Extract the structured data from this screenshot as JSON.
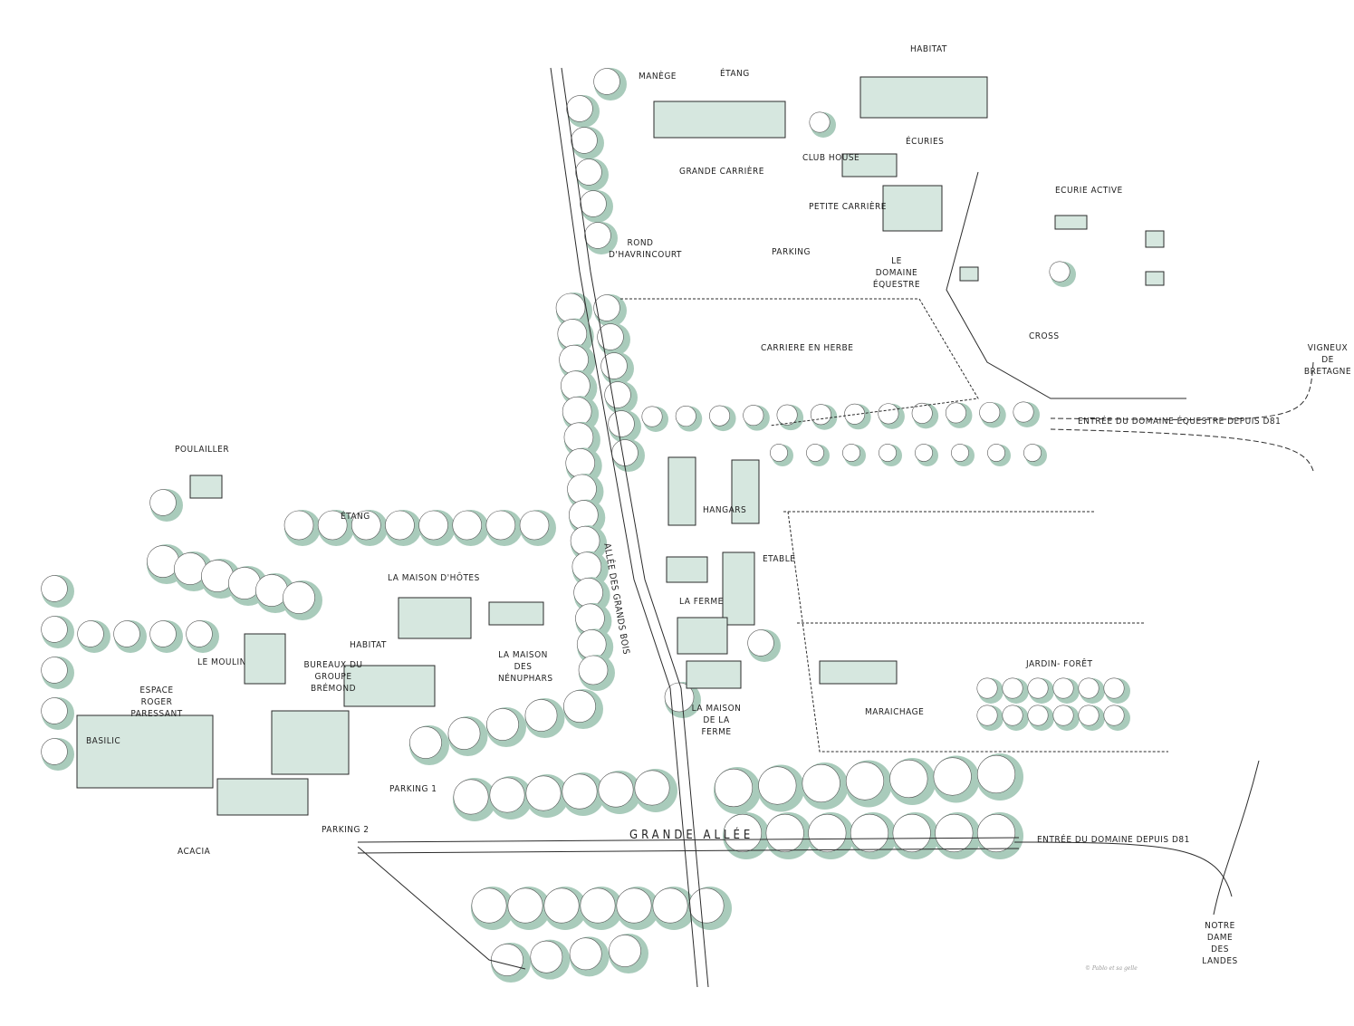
{
  "title": "Plan du domaine",
  "colors": {
    "tree": "#a9cbbb",
    "ink": "#2b2b2b",
    "shade": "#bcd8cb"
  },
  "labels": {
    "habitat_north": "Habitat",
    "manege": "Manège",
    "etang_north": "Étang",
    "ecuries": "Écuries",
    "club_house": "Club House",
    "grande_carriere": "Grande carrière",
    "petite_carriere": "Petite carrière",
    "ecurie_active": "Ecurie Active",
    "rond": "Rond d'Havrincourt",
    "parking_north": "Parking",
    "domaine_equestre": "Le Domaine Équestre",
    "carriere_herbe": "Carriere en herbe",
    "cross": "Cross",
    "vigneux": "Vigneux de Bretagne",
    "entree_equestre": "Entrée du domaine équestre depuis D81",
    "poulailler": "Poulailler",
    "etang_south": "Étang",
    "maison_hotes": "La Maison d'hôtes",
    "hangars": "Hangars",
    "etable": "Etable",
    "la_ferme": "La Ferme",
    "moulin": "Le Moulin",
    "habitat_south": "Habitat",
    "bureaux": "Bureaux du groupe Brémond",
    "espace": "Espace Roger Paressant",
    "nenuphars": "La Maison des nénuphars",
    "maison_ferme": "La maison de la ferme",
    "jardin_foret": "Jardin- forêt",
    "maraichage": "Maraichage",
    "basilic": "Basilic",
    "parking1": "Parking 1",
    "parking2": "Parking 2",
    "acacia": "Acacia",
    "grande_allee": "Grande allée",
    "allee_grands_bois": "Allée des Grands Bois",
    "entree_domaine": "Entrée du domaine depuis D81",
    "notre_dame": "Notre dame des Landes",
    "signature": "© Pablo et sa gelle"
  }
}
